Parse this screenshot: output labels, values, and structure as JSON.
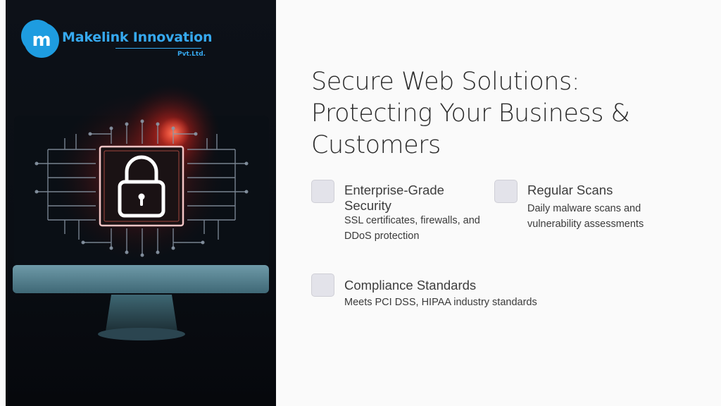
{
  "brand": {
    "logo_letter": "m",
    "name": "Makelink Innovation",
    "suffix": "Pvt.Ltd."
  },
  "colors": {
    "brand_blue": "#36a9f0",
    "glow_red": "#ff3b2e",
    "monitor_teal": "#5b8a99",
    "checkbox_fill": "#e3e3ea"
  },
  "slide": {
    "title_lines": [
      "Secure Web Solutions:",
      "Protecting Your Business &",
      "Customers"
    ],
    "features": [
      {
        "title_lines": [
          "Enterprise-Grade",
          "Security"
        ],
        "desc_lines": [
          "SSL certificates, firewalls, and",
          "DDoS protection"
        ]
      },
      {
        "title_lines": [
          "Regular Scans"
        ],
        "desc_lines": [
          "Daily malware scans and",
          "vulnerability assessments"
        ]
      },
      {
        "title_lines": [
          "Compliance Standards"
        ],
        "desc_lines": [
          "Meets PCI DSS, HIPAA industry standards"
        ]
      }
    ]
  },
  "illustration": {
    "icon": "padlock-icon"
  }
}
